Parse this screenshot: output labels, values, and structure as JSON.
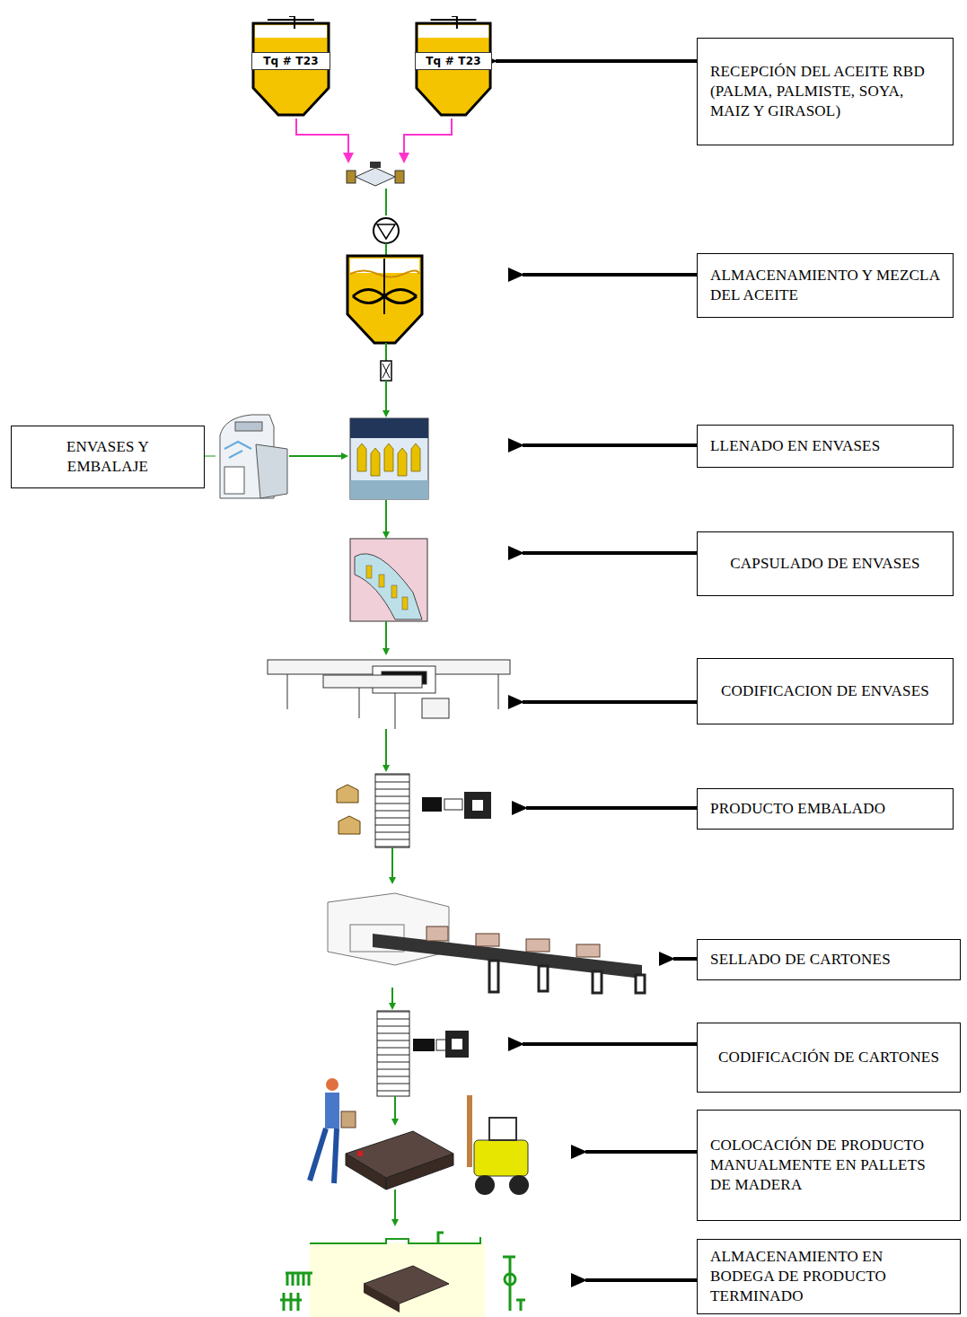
{
  "diagram": {
    "nodes": [
      {
        "text": [
          "Tq # T23"
        ]
      },
      {
        "text": [
          "Tq # T23"
        ]
      },
      {
        "text": [
          "RECEPCIÓN DEL ACEITE RBD (PALMA, PALMISTE, SOYA, MAIZ Y GIRASOL)"
        ]
      },
      {
        "text": [
          "ALMACENAMIENTO Y MEZCLA DEL ACEITE"
        ]
      },
      {
        "text": [
          "ENVASES Y EMBALAJE"
        ]
      },
      {
        "text": [
          "LLENADO EN ENVASES"
        ]
      },
      {
        "text": [
          "CAPSULADO DE ENVASES"
        ]
      },
      {
        "text": [
          "CODIFICACION DE ENVASES"
        ]
      },
      {
        "text": [
          "PRODUCTO EMBALADO"
        ]
      },
      {
        "text": [
          "SELLADO DE CARTONES"
        ]
      },
      {
        "text": [
          "CODIFICACIÓN DE CARTONES"
        ]
      },
      {
        "text": [
          "COLOCACIÓN DE PRODUCTO MANUALMENTE EN PALLETS DE MADERA"
        ]
      },
      {
        "text": [
          "ALMACENAMIENTO EN BODEGA DE PRODUCTO TERMINADO"
        ]
      }
    ],
    "edges": [
      {
        "from": 2,
        "to": 1,
        "arrow": "to"
      }
    ]
  }
}
